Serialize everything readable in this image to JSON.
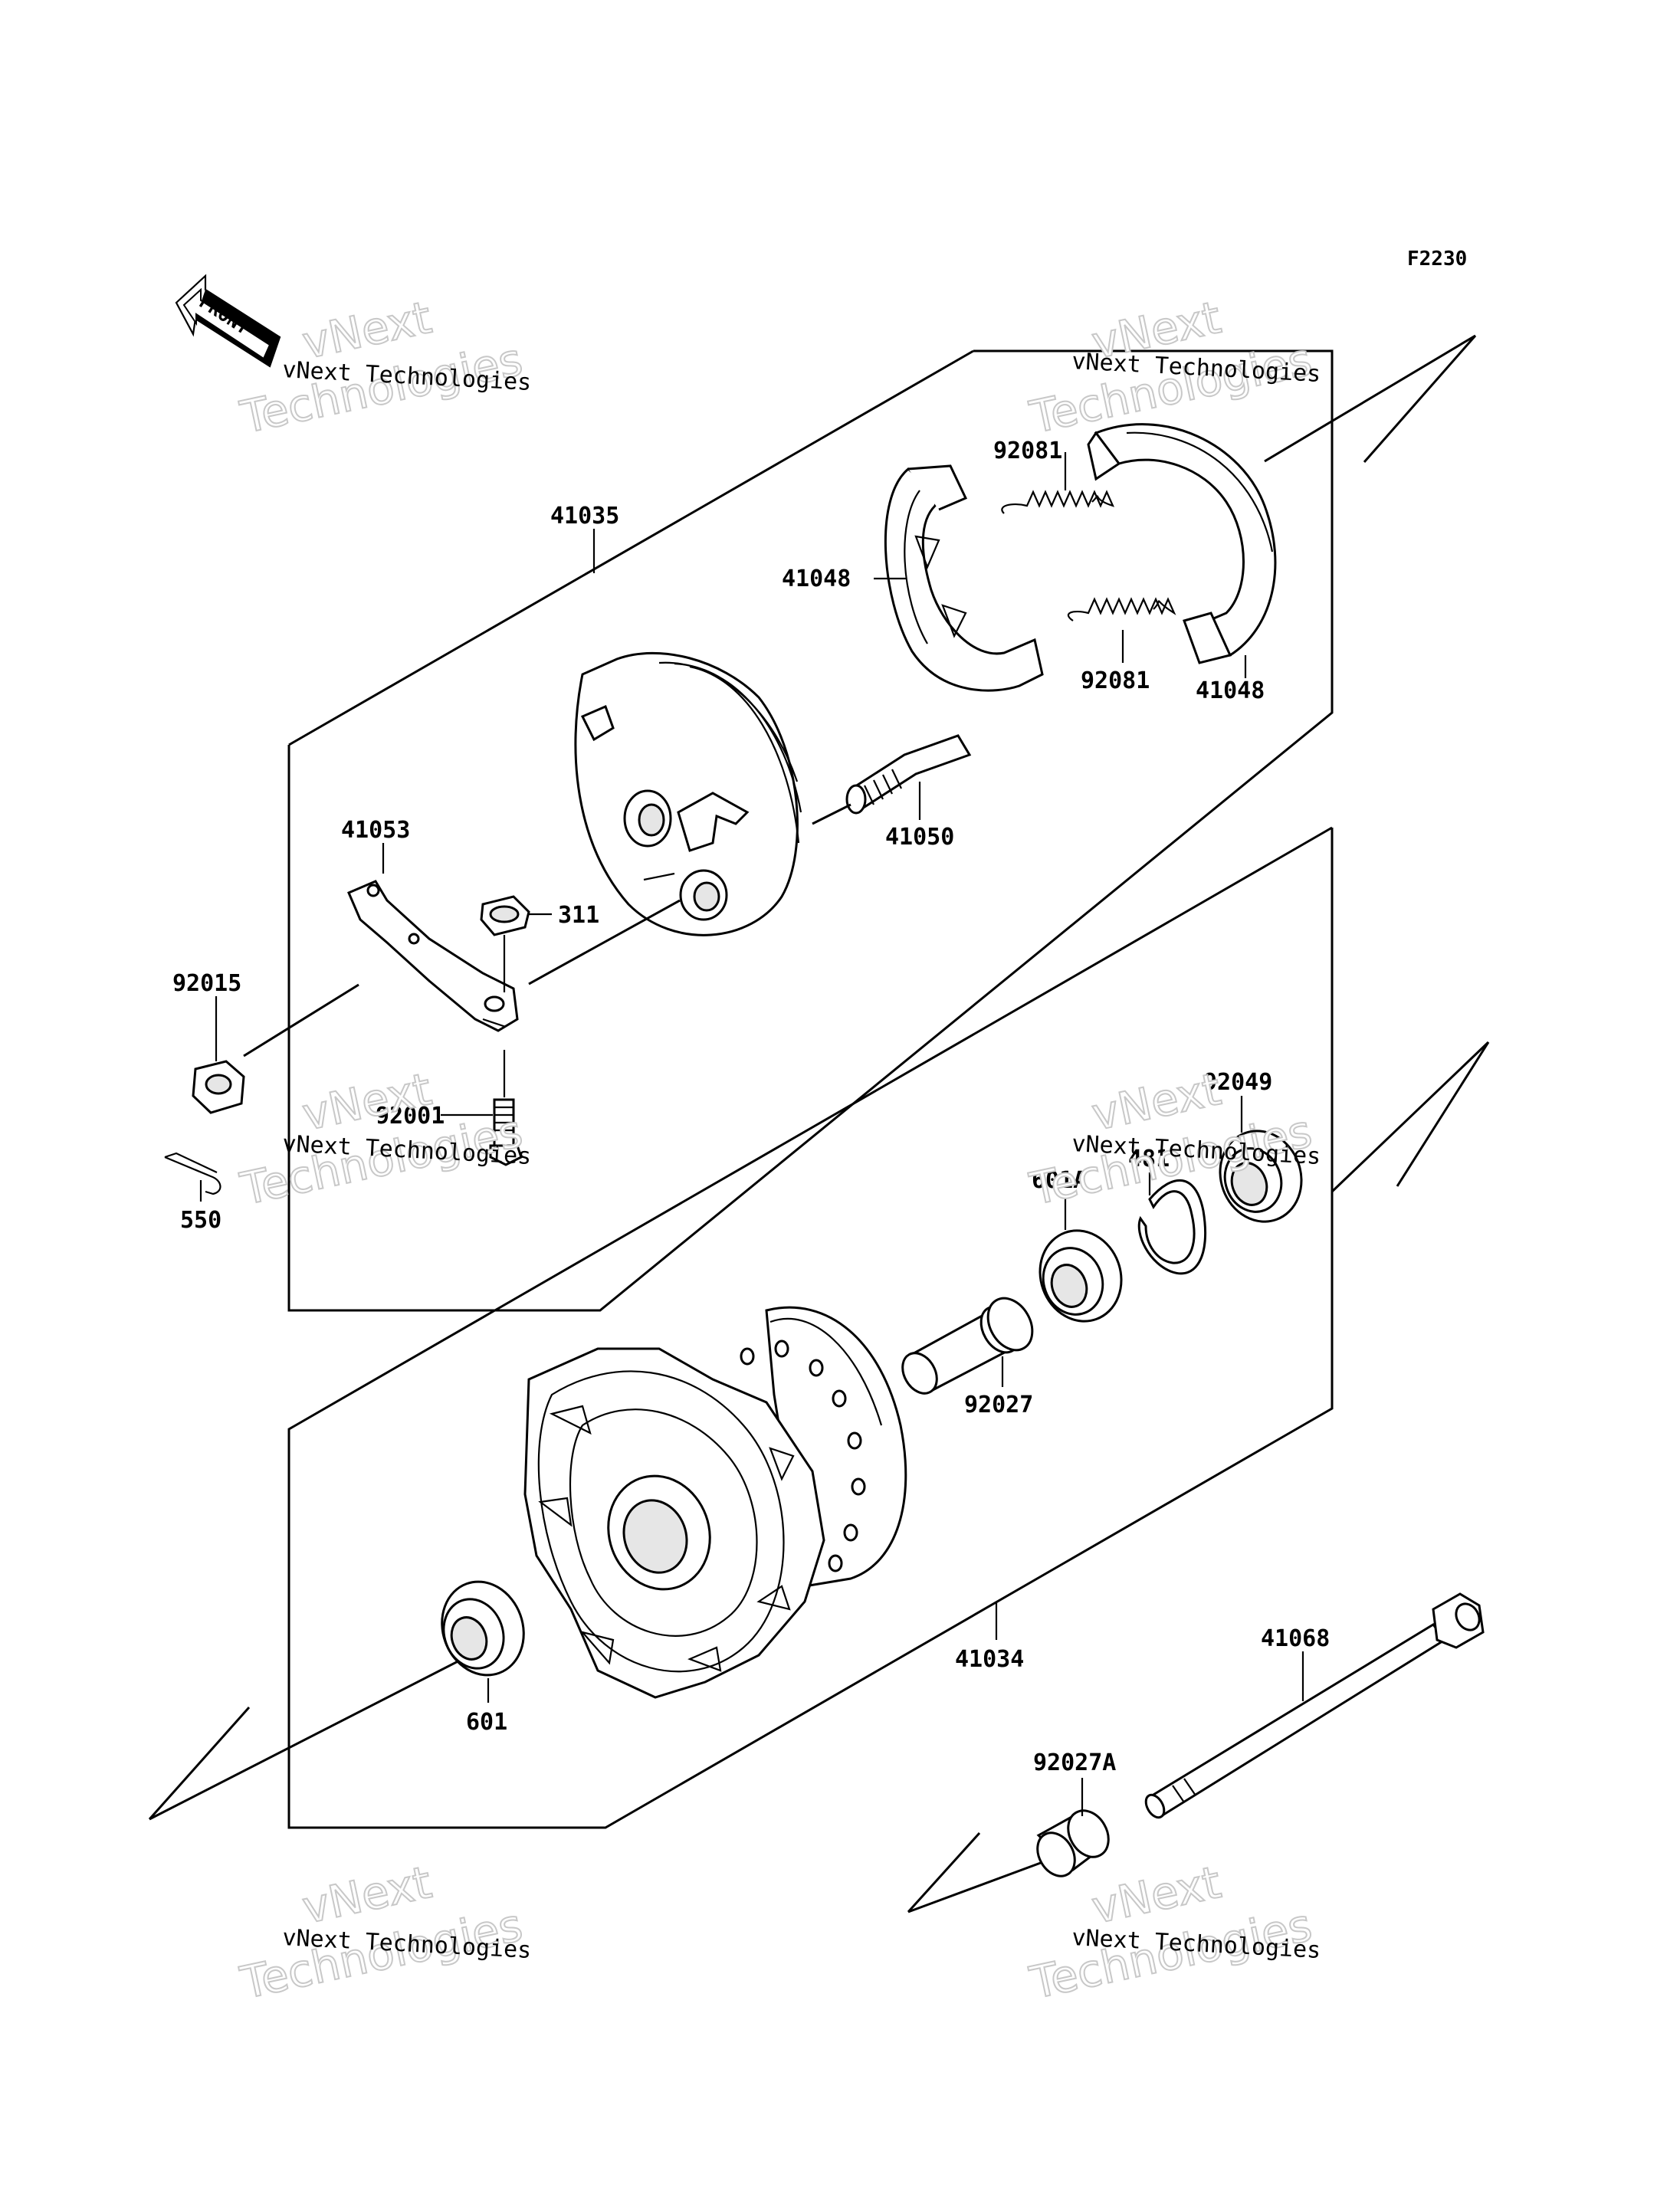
{
  "diagram_code": "F2230",
  "front_marker": "FRONT",
  "watermark": {
    "line1": "vNext Technologies",
    "line2": "vNext",
    "line3": "Technologies"
  },
  "parts": {
    "brake_panel_assembly": "41035",
    "brake_shoe_top": "41048",
    "brake_shoe_right": "41048",
    "spring_top": "92081",
    "spring_bottom": "92081",
    "cam_shaft": "41050",
    "brake_lever": "41053",
    "nut": "311",
    "lever_nut": "92015",
    "cotter_pin": "550",
    "bolt": "92001",
    "oil_seal": "92049",
    "circlip": "481",
    "bearing_right": "601A",
    "spacer": "92027",
    "hub": "41034",
    "bearing_left": "601",
    "axle": "41068",
    "collar": "92027A"
  }
}
